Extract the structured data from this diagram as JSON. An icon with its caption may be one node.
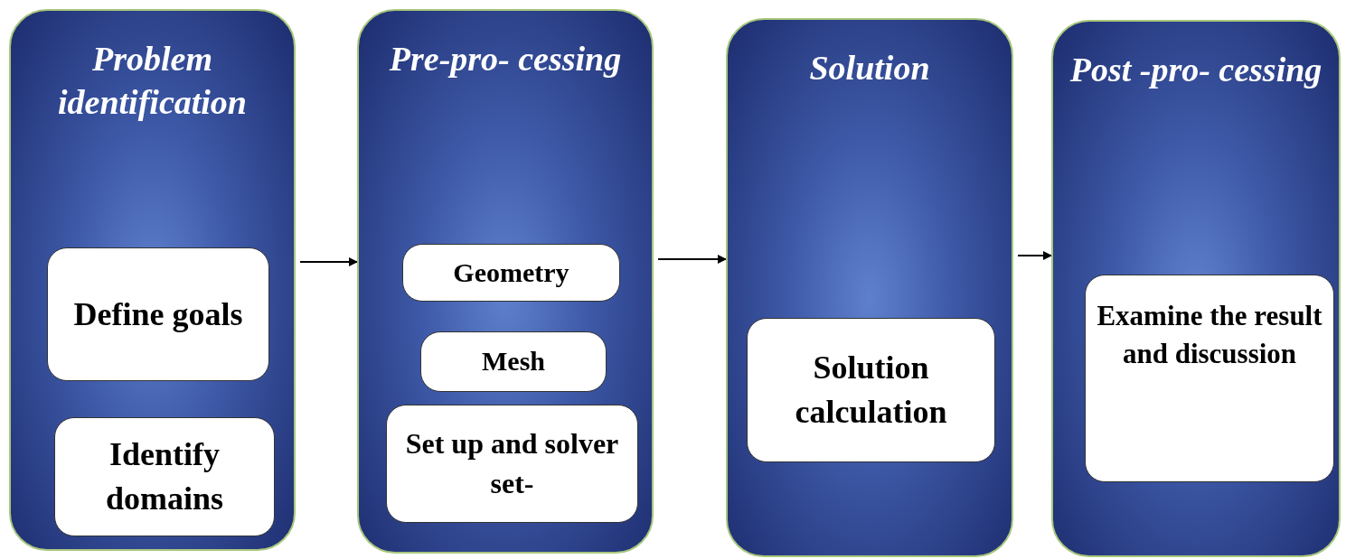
{
  "diagram": {
    "nodes": [
      {
        "text": [
          "Problem identification"
        ]
      },
      {
        "text": [
          "Define goals"
        ],
        "in": 0
      },
      {
        "text": [
          "Identify domains"
        ],
        "in": 0
      },
      {
        "text": [
          "Pre-pro- cessing"
        ]
      },
      {
        "text": [
          "Geometry"
        ],
        "in": 3
      },
      {
        "text": [
          "Mesh"
        ],
        "in": 3
      },
      {
        "text": [
          "Set up and solver set-"
        ],
        "in": 3
      },
      {
        "text": [
          "Solution"
        ]
      },
      {
        "text": [
          "Solution calculation"
        ],
        "in": 7
      },
      {
        "text": [
          "Post -pro- cessing"
        ]
      },
      {
        "text": [
          "Examine the result and discussion"
        ],
        "in": 9
      }
    ],
    "edges": [
      {
        "from": 0,
        "to": 3,
        "arrow": "to"
      },
      {
        "from": 3,
        "to": 7,
        "arrow": "to"
      },
      {
        "from": 7,
        "to": 9,
        "arrow": "to"
      }
    ]
  }
}
